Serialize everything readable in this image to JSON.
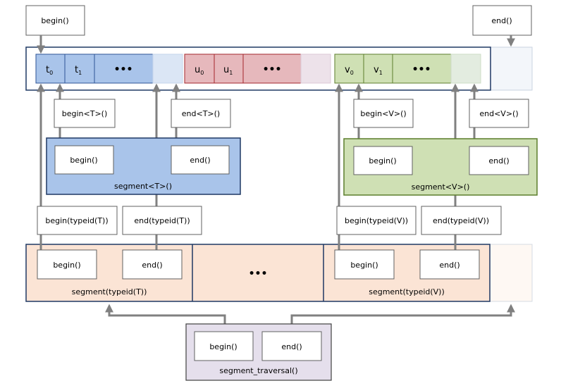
{
  "top": {
    "begin": "begin()",
    "end": "end()"
  },
  "buffer": {
    "t_cells": [
      "t",
      "t"
    ],
    "t_subs": [
      "0",
      "1"
    ],
    "u_cells": [
      "u",
      "u"
    ],
    "u_subs": [
      "0",
      "1"
    ],
    "v_cells": [
      "v",
      "v"
    ],
    "v_subs": [
      "0",
      "1"
    ],
    "ellipsis": "•••"
  },
  "typed_iters": {
    "begin_t": "begin<T>()",
    "end_t": "end<T>()",
    "begin_v": "begin<V>()",
    "end_v": "end<V>()"
  },
  "segment_t": {
    "begin": "begin()",
    "end": "end()",
    "label": "segment<T>()"
  },
  "segment_v": {
    "begin": "begin()",
    "end": "end()",
    "label": "segment<V>()"
  },
  "typeid_iters": {
    "begin_t": "begin(typeid(T))",
    "end_t": "end(typeid(T))",
    "begin_v": "begin(typeid(V))",
    "end_v": "end(typeid(V))"
  },
  "segments_row": {
    "seg_t": {
      "begin": "begin()",
      "end": "end()",
      "label": "segment(typeid(T))"
    },
    "middle": "•••",
    "seg_v": {
      "begin": "begin()",
      "end": "end()",
      "label": "segment(typeid(V))"
    }
  },
  "traversal": {
    "begin": "begin()",
    "end": "end()",
    "label": "segment_traversal()"
  },
  "colors": {
    "blue_fill": "#a9c4ea",
    "blue_light": "#dbe6f5",
    "red_fill": "#e6b8bc",
    "red_light": "#ede2ea",
    "green_fill": "#cfe0b4",
    "green_light": "#e3ece0",
    "peach_fill": "#fbe4d5",
    "lavender_fill": "#e5dfec",
    "frame_navy": "#1f3864",
    "arrow_grey": "#808080"
  }
}
